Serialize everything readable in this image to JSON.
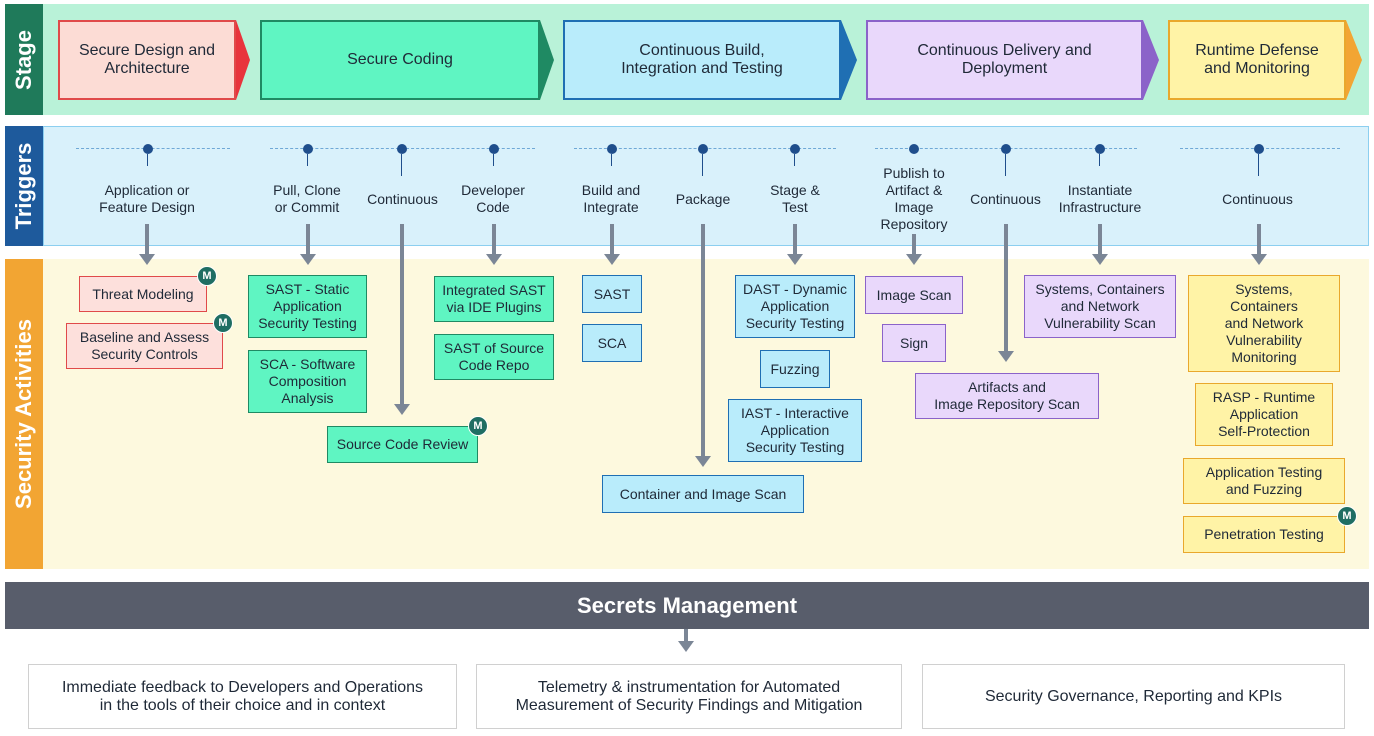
{
  "sections": {
    "stage": "Stage",
    "triggers": "Triggers",
    "security_activities": "Security Activities"
  },
  "stages": [
    {
      "label": "Secure Design and Architecture",
      "fill": "#fcdcd5",
      "border": "#e04a4a",
      "tip": "#e8343c"
    },
    {
      "label": "Secure Coding",
      "fill": "#5ff5c2",
      "border": "#1f8a63",
      "tip": "#1f8a63"
    },
    {
      "label": "Continuous Build, Integration and Testing",
      "fill": "#b9ecfb",
      "border": "#1f6fb3",
      "tip": "#1f6fb3"
    },
    {
      "label": "Continuous Delivery and Deployment",
      "fill": "#e9d8fb",
      "border": "#8b63c9",
      "tip": "#8b63c9"
    },
    {
      "label": "Runtime Defense and Monitoring",
      "fill": "#fff3a6",
      "border": "#e9a82c",
      "tip": "#f2a533"
    }
  ],
  "triggers": [
    "Application or\nFeature Design",
    "Pull, Clone\nor Commit",
    "Continuous",
    "Developer\nCode",
    "Build and\nIntegrate",
    "Package",
    "Stage &\nTest",
    "Publish to\nArtifact &\nImage\nRepository",
    "Continuous",
    "Instantiate\nInfrastructure",
    "Continuous"
  ],
  "activities": {
    "threat_modeling": "Threat Modeling",
    "baseline": "Baseline and Assess\nSecurity Controls",
    "sast_static": "SAST - Static\nApplication\nSecurity Testing",
    "sca_software": "SCA - Software\nComposition\nAnalysis",
    "source_code_review": "Source Code Review",
    "integrated_sast": "Integrated SAST\nvia IDE Plugins",
    "sast_repo": "SAST of Source\nCode Repo",
    "sast": "SAST",
    "sca": "SCA",
    "container_scan": "Container and Image Scan",
    "dast": "DAST - Dynamic\nApplication\nSecurity Testing",
    "fuzzing": "Fuzzing",
    "iast": "IAST - Interactive\nApplication\nSecurity Testing",
    "image_scan": "Image Scan",
    "sign": "Sign",
    "artifacts_scan": "Artifacts and\nImage Repository Scan",
    "systems_scan": "Systems, Containers\nand Network\nVulnerability Scan",
    "systems_monitoring": "Systems,\nContainers\nand Network\nVulnerability\nMonitoring",
    "rasp": "RASP - Runtime\nApplication\nSelf-Protection",
    "app_testing_fuzzing": "Application Testing\nand Fuzzing",
    "pen_testing": "Penetration Testing"
  },
  "badge_letter": "M",
  "secrets_management": "Secrets Management",
  "outcomes": [
    "Immediate feedback to Developers and Operations\nin the tools of their choice and in context",
    "Telemetry & instrumentation for Automated\nMeasurement of Security Findings and Mitigation",
    "Security Governance, Reporting and KPIs"
  ]
}
